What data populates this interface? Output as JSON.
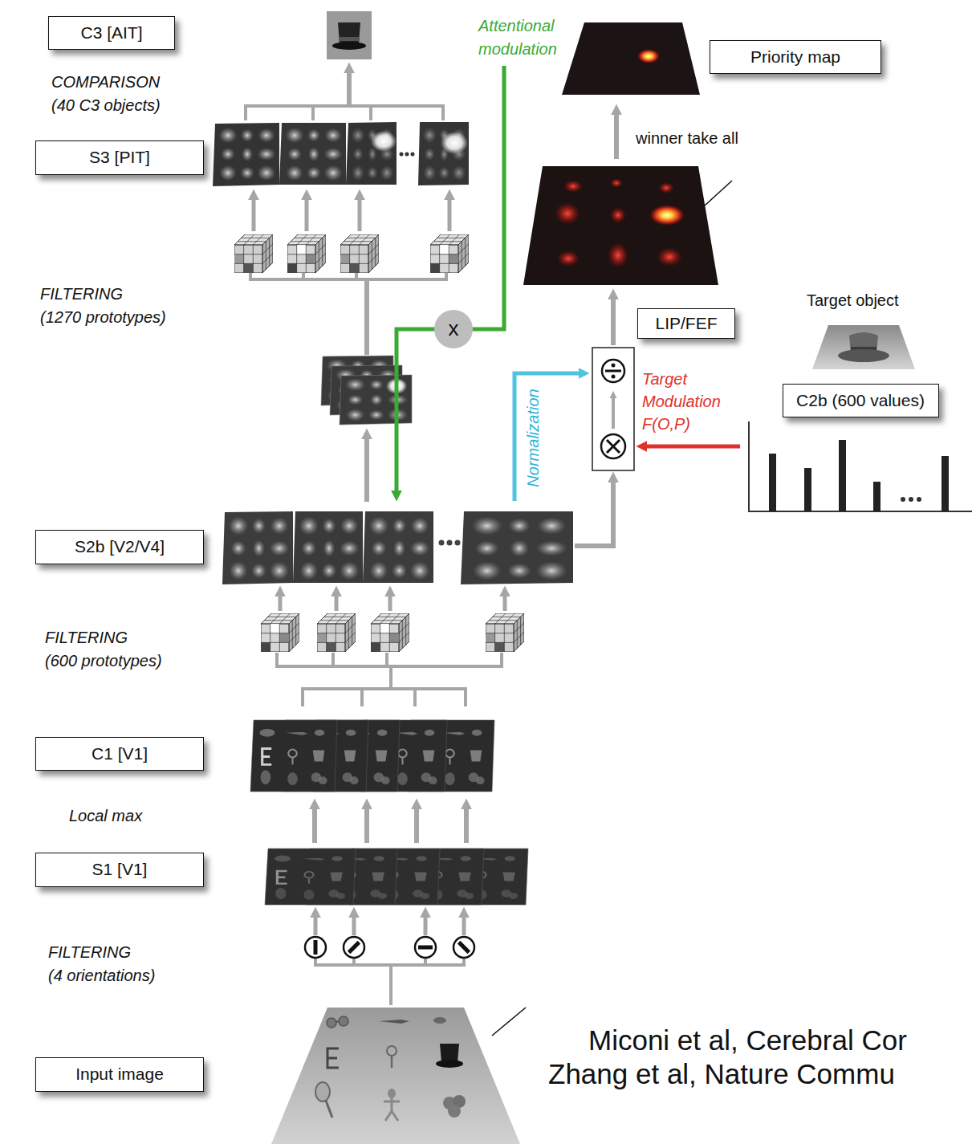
{
  "diagram": {
    "nodes": [
      {
        "text": [
          "C3 [AIT]"
        ]
      },
      {
        "text": [
          "Priority map"
        ]
      },
      {
        "text": [
          "S3 [PIT]"
        ]
      },
      {
        "text": [
          "x"
        ]
      },
      {
        "text": [
          "LIP/FEF"
        ]
      },
      {
        "text": [
          "C2b (600 values)"
        ]
      },
      {
        "text": [
          "S2b [V2/V4]"
        ]
      },
      {
        "text": [
          "C1 [V1]"
        ]
      },
      {
        "text": [
          "S1 [V1]"
        ]
      },
      {
        "text": [
          "Input image"
        ]
      }
    ],
    "labels": [
      "Attentional modulation",
      "COMPARISON (40 C3 objects)",
      "winner take all",
      "FILTERING (1270 prototypes)",
      "Target object",
      "Target Modulation F(O,P)",
      "Normalization",
      "FILTERING (600 prototypes)",
      "Local max",
      "FILTERING (4 orientations)",
      "Miconi et al, Cerebral Cor",
      "Zhang et al, Nature Commu"
    ]
  }
}
